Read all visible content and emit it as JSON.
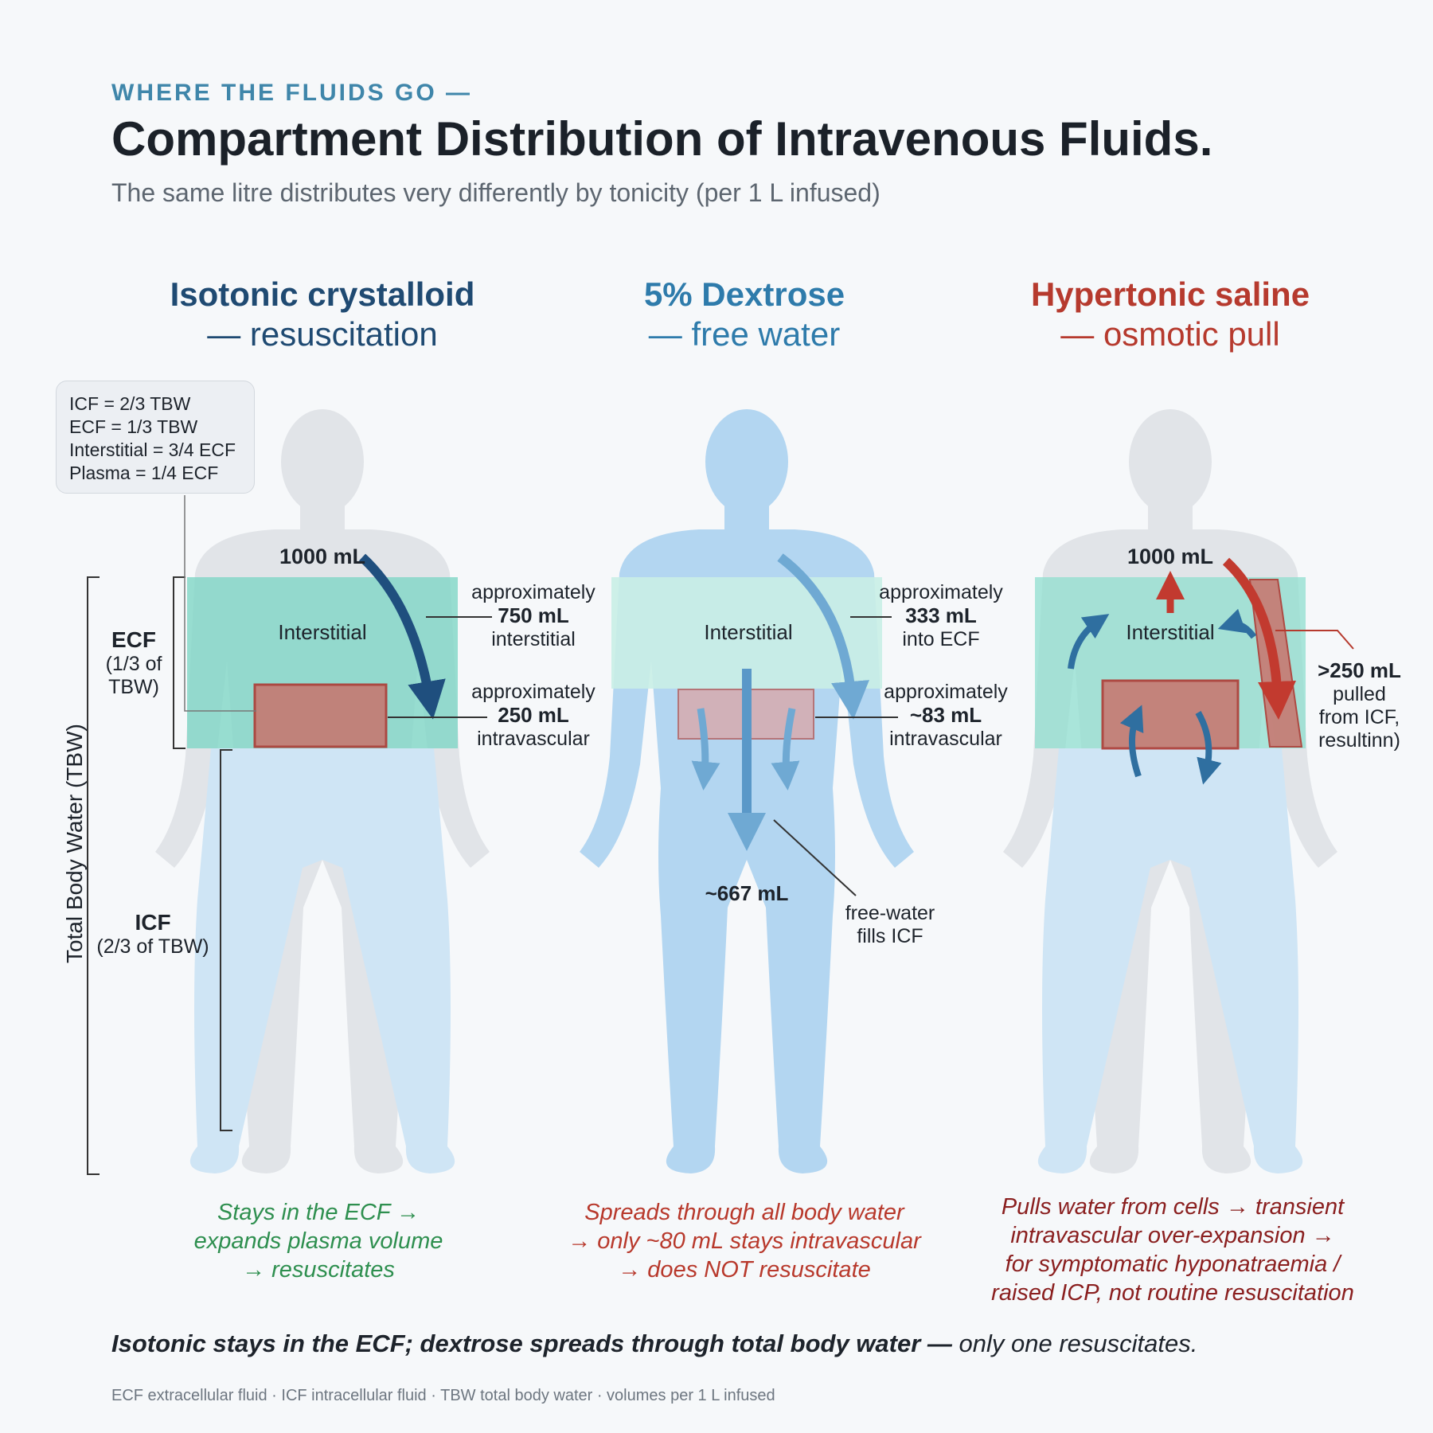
{
  "header": {
    "kicker": "WHERE THE FLUIDS GO —",
    "title": "Compartment Distribution of Intravenous Fluids.",
    "subtitle": "The same litre distributes very differently by tonicity (per 1 L infused)"
  },
  "columns": [
    {
      "name": "Isotonic crystalloid",
      "sub": "— resuscitation",
      "color": "#1f4a72"
    },
    {
      "name": "5% Dextrose",
      "sub": "— free water",
      "color": "#2e7bab"
    },
    {
      "name": "Hypertonic saline",
      "sub": "— osmotic pull",
      "color": "#b63a2e"
    }
  ],
  "legend": [
    "ICF = 2/3 TBW",
    "ECF = 1/3 TBW",
    "Interstitial = 3/4 ECF",
    "Plasma = 1/4 ECF"
  ],
  "axis": {
    "tbw": "Total Body Water (TBW)",
    "ecf": "ECF",
    "ecf_sub1": "(1/3 of",
    "ecf_sub2": "TBW)",
    "icf": "ICF",
    "icf_sub": "(2/3 of TBW)"
  },
  "iso": {
    "infused": "1000 mL",
    "interstitial": "Interstitial",
    "a1": "approximately",
    "v1": "750 mL",
    "s1": "interstitial",
    "a2": "approximately",
    "v2": "250 mL",
    "s2": "intravascular",
    "cap1": "Stays in the ECF →",
    "cap2": "expands plasma volume",
    "cap3": "→ resuscitates"
  },
  "dex": {
    "interstitial": "Interstitial",
    "a1": "approximately",
    "v1": "333 mL",
    "s1": "into ECF",
    "a2": "approximately",
    "v2": "~83 mL",
    "s2": "intravascular",
    "icf_value": "~667 mL",
    "fw1": "free-water",
    "fw2": "fills ICF",
    "cap1": "Spreads through all body water",
    "cap2": "→ only ~80 mL stays intravascular",
    "cap3": "→ does NOT resuscitate"
  },
  "hyp": {
    "infused": "1000 mL",
    "interstitial": "Interstitial",
    "v1": ">250 mL",
    "s1": "pulled",
    "s2": "from ICF,",
    "s3": "resultinn)",
    "cap1": "Pulls water from cells → transient",
    "cap2": "intravascular over-expansion →",
    "cap3": "for symptomatic hyponatraemia /",
    "cap4": "raised ICP, not routine resuscitation"
  },
  "summary": {
    "bold": "Isotonic stays in the ECF; dextrose spreads through total body water —",
    "rest": " only one resuscitates."
  },
  "footnote": "ECF extracellular fluid · ICF intracellular fluid · TBW total body water · volumes per 1 L infused",
  "colors": {
    "interstitial": "#7fd6c6",
    "plasma": "#c9736c",
    "body_grey": "#dfe2e6",
    "body_blue": "#a9cfee",
    "green_text": "#2e8f4f",
    "red_text": "#b8392c",
    "dark_red_text": "#8a1f1f"
  }
}
